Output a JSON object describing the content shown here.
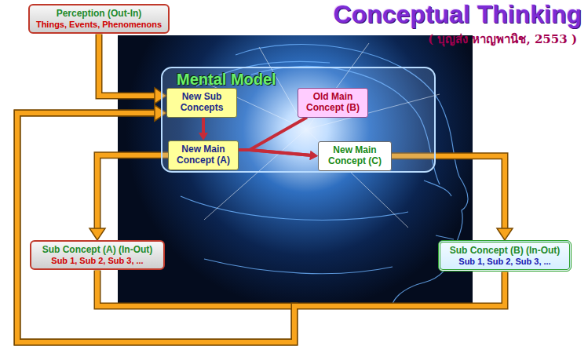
{
  "diagram": {
    "title": "Conceptual Thinking",
    "nodes": [
      {
        "text": [
          "Perception (Out-In)",
          "Things, Events, Phenomenons"
        ]
      },
      {
        "text": [
          "Mental Model"
        ]
      },
      {
        "text": [
          "New Sub Concepts"
        ],
        "in": 1
      },
      {
        "text": [
          "Old Main Concept (B)"
        ],
        "in": 1
      },
      {
        "text": [
          "New Main Concept (A)"
        ],
        "in": 1
      },
      {
        "text": [
          "New Main Concept (C)"
        ],
        "in": 1
      },
      {
        "text": [
          "Sub Concept (A) (In-Out)",
          "Sub 1, Sub 2, Sub 3, ..."
        ]
      },
      {
        "text": [
          "Sub Concept (B) (In-Out)",
          "Sub 1, Sub 2, Sub 3, ..."
        ]
      }
    ],
    "edges": [
      {
        "from": 0,
        "to": 2,
        "arrow": "to"
      },
      {
        "from": 2,
        "to": 4,
        "arrow": "to"
      },
      {
        "from": 3,
        "to": 5,
        "arrow": "to"
      },
      {
        "from": 4,
        "to": 5,
        "arrow": "to"
      },
      {
        "from": 4,
        "to": 6,
        "arrow": "to"
      },
      {
        "from": 5,
        "to": 7,
        "arrow": "to"
      },
      {
        "from": 6,
        "to": 2,
        "arrow": "to"
      },
      {
        "from": 7,
        "to": 2,
        "arrow": "to"
      }
    ],
    "labels": [
      "( บุญส่ง หาญพานิช, 2553 )"
    ]
  }
}
